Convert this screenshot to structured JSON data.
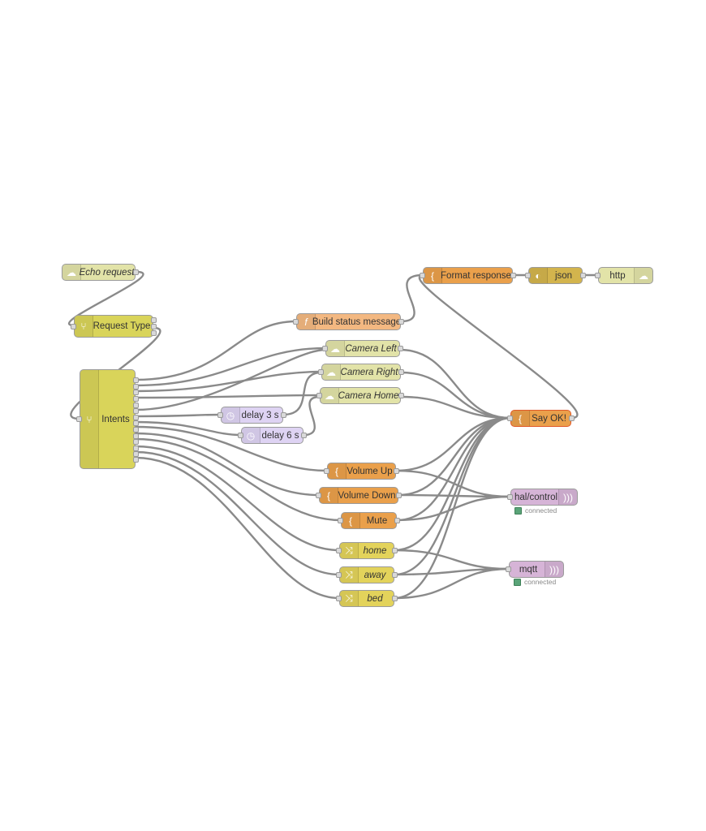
{
  "colors": {
    "http": "#e2e3a8",
    "switch": "#d9d45a",
    "function": "#f3b881",
    "template": "#eaa04b",
    "json": "#d3b44d",
    "delay": "#ded3f3",
    "change": "#e3d35b",
    "mqtt": "#d6b4d7",
    "wire": "#8a8a8a",
    "status_ok": "#5aa478"
  },
  "nodes": {
    "echo_request": {
      "label": "Echo request",
      "icon": "globe-icon"
    },
    "request_type": {
      "label": "Request Type",
      "icon": "switch-icon"
    },
    "intents": {
      "label": "Intents",
      "icon": "switch-icon"
    },
    "build_status": {
      "label": "Build status message",
      "icon": "function-icon"
    },
    "format_response": {
      "label": "Format response",
      "icon": "template-icon"
    },
    "json": {
      "label": "json",
      "icon": "json-icon"
    },
    "http": {
      "label": "http",
      "icon": "globe-icon"
    },
    "camera_left": {
      "label": "Camera Left",
      "icon": "globe-icon"
    },
    "camera_right": {
      "label": "Camera Right",
      "icon": "globe-icon"
    },
    "camera_home": {
      "label": "Camera Home",
      "icon": "globe-icon"
    },
    "delay3": {
      "label": "delay 3 s",
      "icon": "timer-icon"
    },
    "delay6": {
      "label": "delay 6 s",
      "icon": "timer-icon"
    },
    "say_ok": {
      "label": "Say OK!",
      "icon": "template-icon"
    },
    "volume_up": {
      "label": "Volume Up",
      "icon": "template-icon"
    },
    "volume_down": {
      "label": "Volume Down",
      "icon": "template-icon"
    },
    "mute": {
      "label": "Mute",
      "icon": "template-icon"
    },
    "hal_control": {
      "label": "hal/control",
      "icon": "mqtt-icon",
      "status": "connected"
    },
    "home": {
      "label": "home",
      "icon": "change-icon"
    },
    "away": {
      "label": "away",
      "icon": "change-icon"
    },
    "bed": {
      "label": "bed",
      "icon": "change-icon"
    },
    "mqtt": {
      "label": "mqtt",
      "icon": "mqtt-icon",
      "status": "connected"
    }
  }
}
